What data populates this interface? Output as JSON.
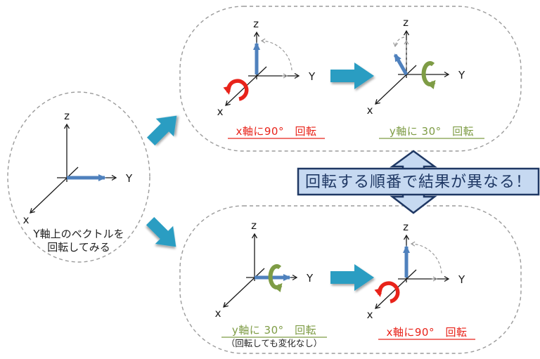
{
  "colors": {
    "axis_black": "#1a1a1a",
    "vector_blue": "#4f81bd",
    "rotate_red": "#e8231a",
    "rotate_green": "#7e9c45",
    "flow_teal": "#2b9dc2",
    "dashed_gray": "#9b9b9b",
    "banner_fill": "#c6d9f1",
    "banner_border": "#1f3864",
    "banner_text": "#1f3864",
    "caption_black": "#222222"
  },
  "axis": {
    "x": "x",
    "y": "Y",
    "z": "z"
  },
  "intro": {
    "caption_line1": "Y軸上のベクトルを",
    "caption_line2": "回転してみる"
  },
  "banner": {
    "text": "回転する順番で結果が異なる！"
  },
  "top_sequence": {
    "step1_label": "x軸に90°　回転",
    "step2_label": "y軸に 30°　回転"
  },
  "bottom_sequence": {
    "step1_label": "y軸に 30°　回転",
    "step1_note": "（回転しても変化なし）",
    "step2_label": "x軸に90°　回転"
  }
}
